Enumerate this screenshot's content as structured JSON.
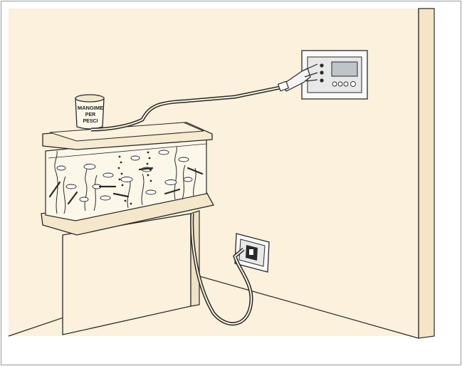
{
  "illustration": {
    "food_can": {
      "line1": "MANGIME",
      "line2": "PER",
      "line3": "PESCI"
    }
  },
  "colors": {
    "wall": "#fbf1dc",
    "outline": "#2a2a2a",
    "frame_border": "#9a9a9a",
    "panel_face": "#e8e8e8",
    "display": "#bfc4c8"
  }
}
